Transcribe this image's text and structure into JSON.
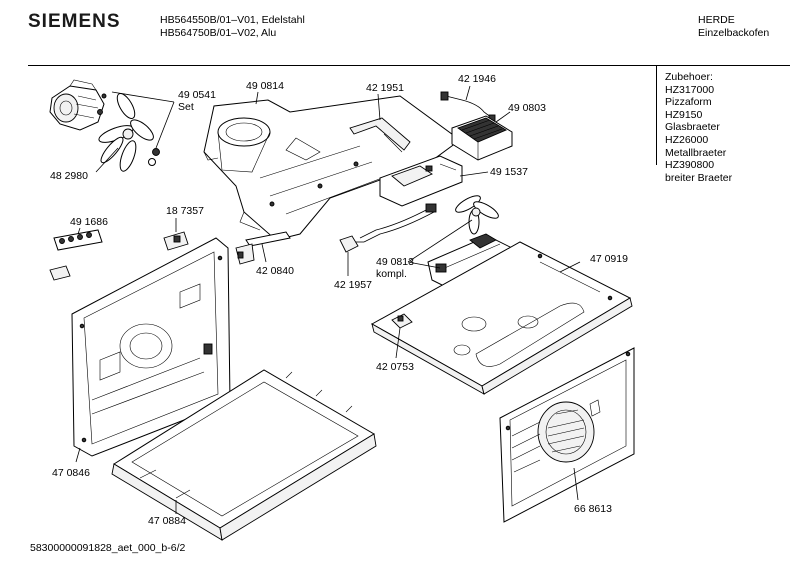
{
  "header": {
    "brand": "SIEMENS",
    "model_line_1": "HB564550B/01–V01, Edelstahl",
    "model_line_2": "HB564750B/01–V02, Alu",
    "category_line_1": "HERDE",
    "category_line_2": "Einzelbackofen"
  },
  "accessories": [
    "Zubehoer:",
    "HZ317000",
    "Pizzaform",
    "HZ9150",
    "Glasbraeter",
    "HZ26000",
    "Metallbraeter",
    "HZ390800",
    "breiter Braeter"
  ],
  "labels": {
    "p490541": "49 0541",
    "p490541_set": "Set",
    "p482980": "48 2980",
    "p490814": "49 0814",
    "p421951": "42 1951",
    "p421946": "42 1946",
    "p490803": "49 0803",
    "p491537": "49 1537",
    "p491686": "49 1686",
    "p187357": "18 7357",
    "p420840": "42 0840",
    "p421957": "42 1957",
    "p490813": "49 0813",
    "p490813_kompl": "kompl.",
    "p470919": "47 0919",
    "p420753": "42 0753",
    "p470846": "47 0846",
    "p470884": "47 0884",
    "p668613": "66 8613"
  },
  "footer": "58300000091828_aet_000_b-6/2"
}
